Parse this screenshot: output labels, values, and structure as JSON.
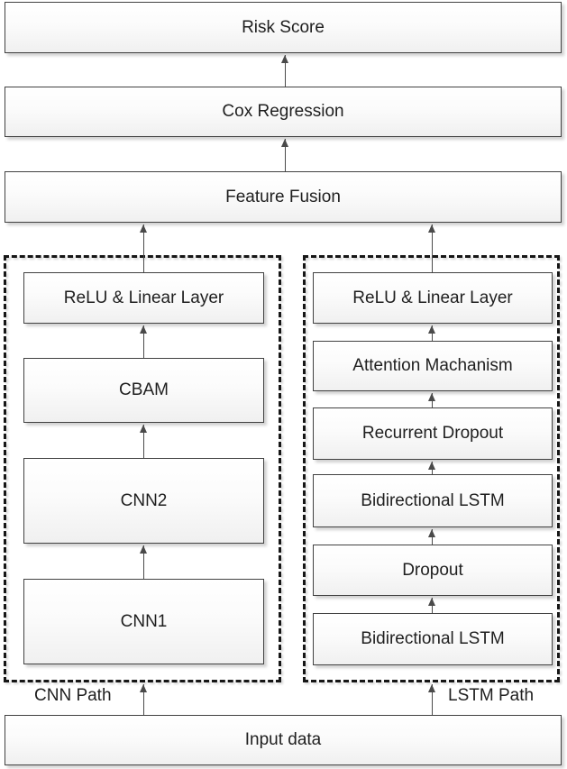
{
  "nodes": {
    "risk_score": "Risk Score",
    "cox_regression": "Cox Regression",
    "feature_fusion": "Feature Fusion",
    "input_data": "Input data"
  },
  "cnn_path": {
    "label": "CNN Path",
    "boxes": [
      "ReLU & Linear Layer",
      "CBAM",
      "CNN2",
      "CNN1"
    ]
  },
  "lstm_path": {
    "label": "LSTM Path",
    "boxes": [
      "ReLU & Linear Layer",
      "Attention Machanism",
      "Recurrent Dropout",
      "Bidirectional LSTM",
      "Dropout",
      "Bidirectional LSTM"
    ]
  },
  "edges": [
    {
      "from": "Input data",
      "to": "CNN1"
    },
    {
      "from": "CNN1",
      "to": "CNN2"
    },
    {
      "from": "CNN2",
      "to": "CBAM"
    },
    {
      "from": "CBAM",
      "to": "ReLU & Linear Layer (CNN Path)"
    },
    {
      "from": "Input data",
      "to": "Bidirectional LSTM"
    },
    {
      "from": "Bidirectional LSTM",
      "to": "Dropout"
    },
    {
      "from": "Dropout",
      "to": "Bidirectional LSTM"
    },
    {
      "from": "Bidirectional LSTM",
      "to": "Recurrent Dropout"
    },
    {
      "from": "Recurrent Dropout",
      "to": "Attention Machanism"
    },
    {
      "from": "Attention Machanism",
      "to": "ReLU & Linear Layer (LSTM Path)"
    },
    {
      "from": "ReLU & Linear Layer (CNN Path)",
      "to": "Feature Fusion"
    },
    {
      "from": "ReLU & Linear Layer (LSTM Path)",
      "to": "Feature Fusion"
    },
    {
      "from": "Feature Fusion",
      "to": "Cox Regression"
    },
    {
      "from": "Cox Regression",
      "to": "Risk Score"
    }
  ],
  "colors": {
    "box_border": "#414141",
    "box_fill_top": "#ffffff",
    "box_fill_bottom": "#f0f0f0",
    "dashed_border": "#161616",
    "arrow": "#4a4a4a",
    "text": "#1f1f1f",
    "background": "#ffffff"
  }
}
